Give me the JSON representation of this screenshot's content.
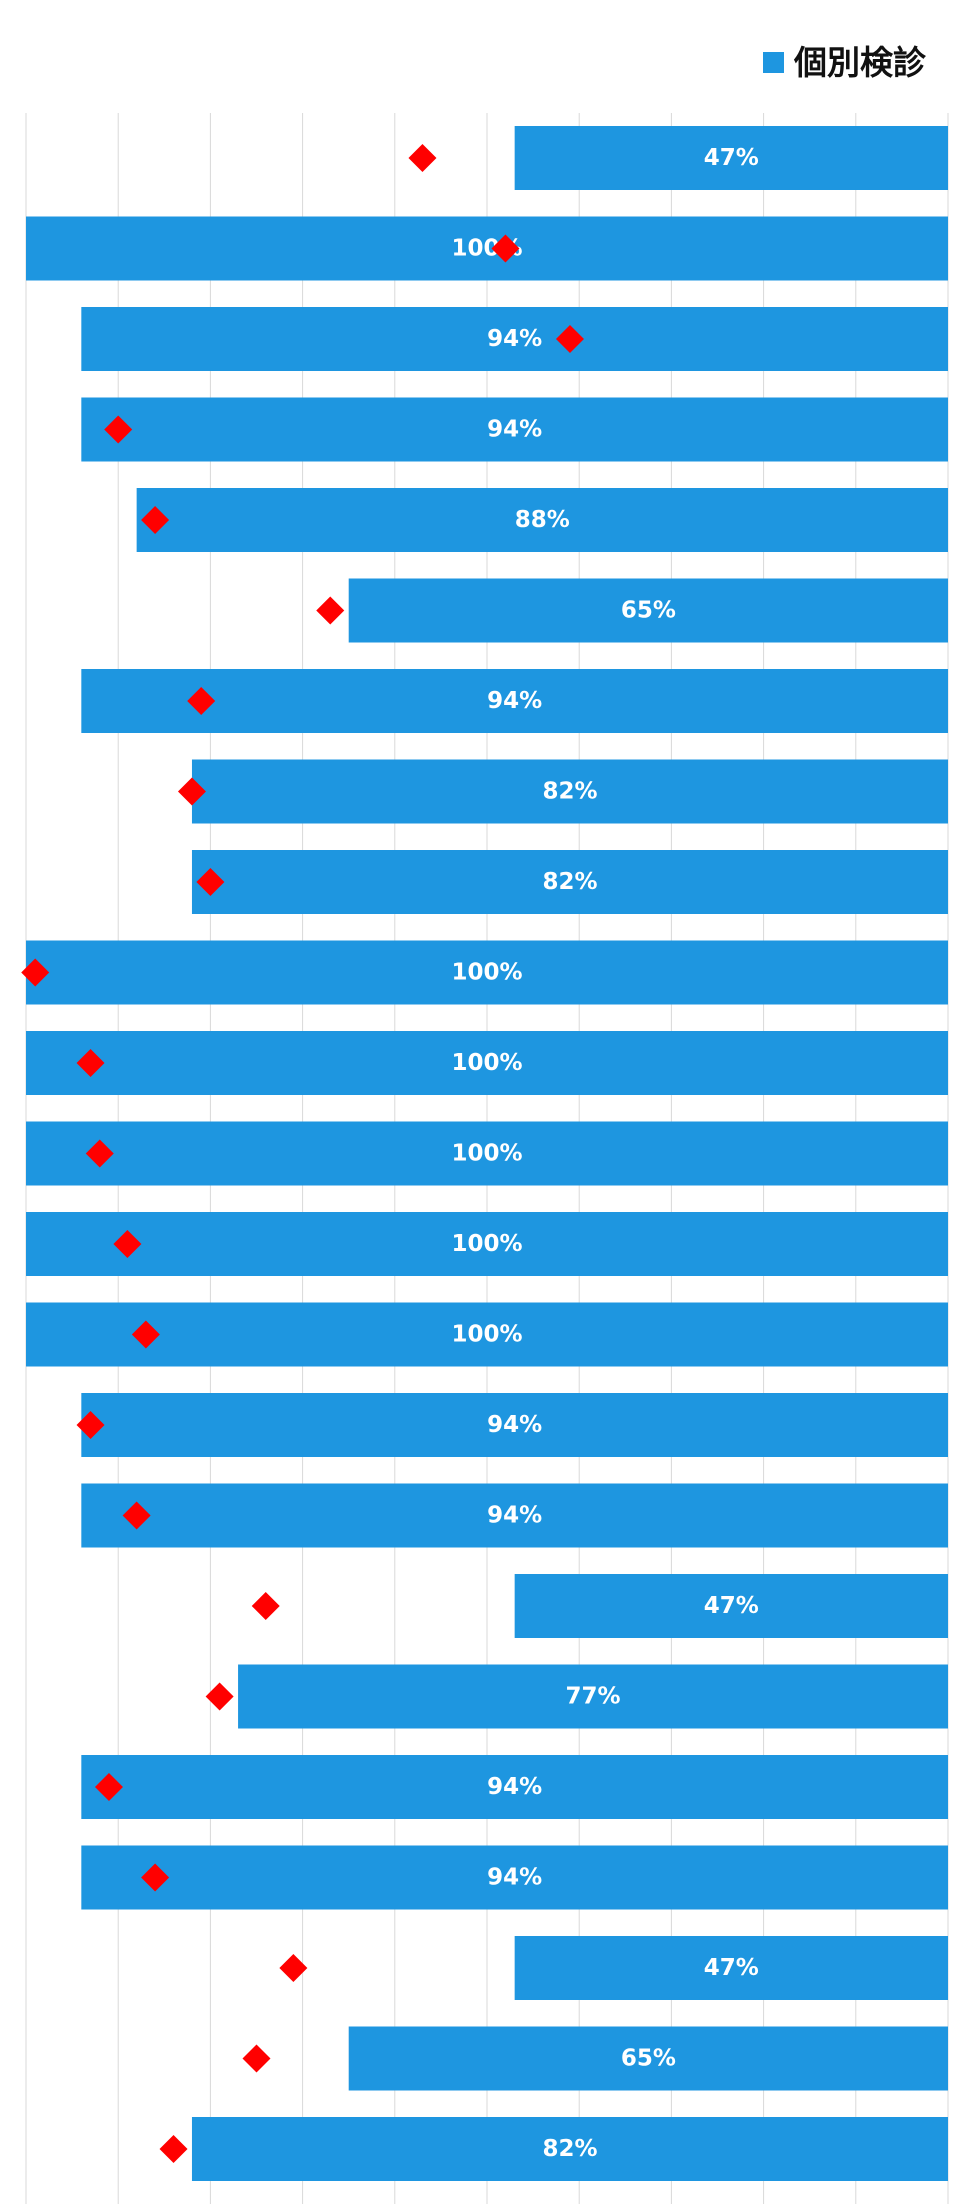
{
  "legend": {
    "series_name": "個別検診"
  },
  "colors": {
    "bar": "#1e96e0",
    "marker": "#ff0000",
    "grid": "#d9d9d9",
    "label_text": "#ffffff"
  },
  "chart_data": {
    "type": "bar",
    "orientation": "horizontal",
    "bar_direction": "right-anchored",
    "grid": true,
    "legend_position": "top-right",
    "xlim": [
      0,
      100
    ],
    "series": [
      {
        "name": "個別検診",
        "type": "bar",
        "values": [
          47,
          100,
          94,
          94,
          88,
          65,
          94,
          82,
          82,
          100,
          100,
          100,
          100,
          100,
          94,
          94,
          47,
          77,
          94,
          94,
          47,
          65,
          82
        ],
        "labels": [
          "47%",
          "100%",
          "94%",
          "94%",
          "88%",
          "65%",
          "94%",
          "82%",
          "82%",
          "100%",
          "100%",
          "100%",
          "100%",
          "100%",
          "94%",
          "94%",
          "47%",
          "77%",
          "94%",
          "94%",
          "47%",
          "65%",
          "82%"
        ]
      },
      {
        "type": "marker",
        "marker": "diamond",
        "values": [
          57,
          48,
          41,
          90,
          86,
          67,
          81,
          82,
          80,
          99,
          93,
          92,
          89,
          87,
          93,
          88,
          74,
          79,
          91,
          86,
          71,
          75,
          84
        ]
      }
    ]
  }
}
